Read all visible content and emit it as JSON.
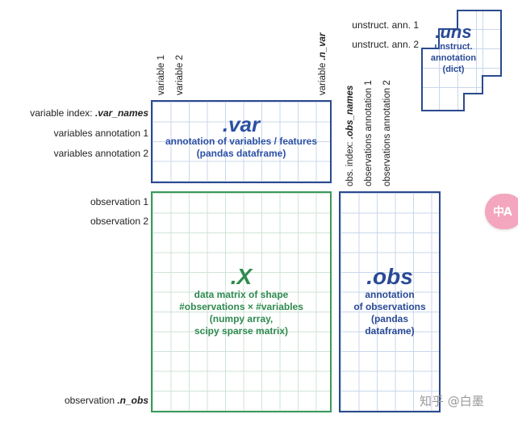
{
  "var_block": {
    "title": ".var",
    "desc1": "annotation of variables / features",
    "desc2": "(pandas dataframe)",
    "col_labels": [
      "variable 1",
      "variable 2"
    ],
    "n_var_prefix": "variable ",
    "n_var_em": ".n_var",
    "row_labels": {
      "index_prefix": "variable index: ",
      "index_em": ".var_names",
      "ann1": "variables annotation 1",
      "ann2": "variables annotation 2"
    }
  },
  "x_block": {
    "title": ".X",
    "desc1": "data matrix of shape",
    "desc2": "#observations × #variables",
    "desc3": "(numpy array,",
    "desc4": "scipy sparse matrix)",
    "row_labels": {
      "obs1": "observation 1",
      "obs2": "observation 2",
      "n_obs_prefix": "observation ",
      "n_obs_em": ".n_obs"
    }
  },
  "obs_block": {
    "title": ".obs",
    "desc1": "annotation",
    "desc2": "of observations",
    "desc3": "(pandas",
    "desc4": "dataframe)",
    "col_labels": {
      "index_prefix": "obs. index: ",
      "index_em": ".obs_names",
      "ann1": "observations annotation 1",
      "ann2": "observations annotation 2"
    }
  },
  "uns_block": {
    "title": ".uns",
    "desc1": "unstruct.",
    "desc2": "annotation",
    "desc3": "(dict)",
    "ann1": "unstruct. ann. 1",
    "ann2": "unstruct. ann. 2"
  },
  "watermark": "知乎 @白墨",
  "translate_badge": "中A",
  "colors": {
    "blue_border": "#2b4a8e",
    "green_border": "#3a9a5c",
    "blue_text": "#2b4fa3",
    "green_text": "#2f8a4f",
    "badge": "#f3a6bd"
  }
}
